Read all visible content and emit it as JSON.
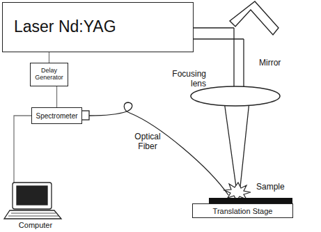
{
  "diagram": {
    "nodes": [
      {
        "text": [
          "Laser Nd:YAG"
        ]
      },
      {
        "text": [
          "Delay Generator"
        ]
      },
      {
        "text": [
          "Spectrometer"
        ]
      },
      {
        "text": [
          "Translation Stage"
        ]
      }
    ],
    "edges": [
      {
        "from": 0,
        "to": 1,
        "arrow": "none"
      },
      {
        "from": 1,
        "to": 2,
        "arrow": "none"
      }
    ],
    "labels": [
      "Mirror",
      "Focusing lens",
      "Optical Fiber",
      "Sample",
      "Computer"
    ]
  }
}
